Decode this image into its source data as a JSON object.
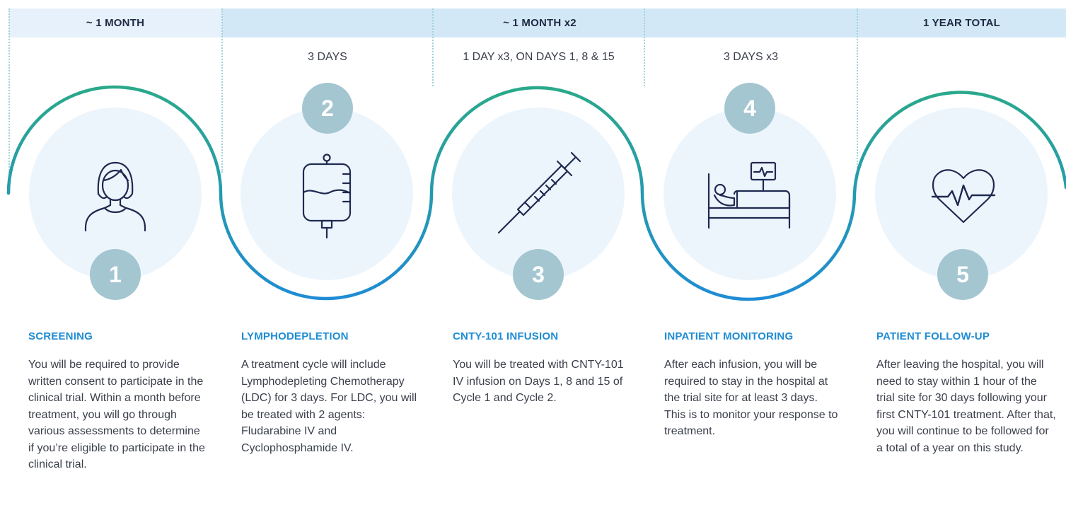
{
  "phases": [
    {
      "label": "~ 1 MONTH"
    },
    {
      "label": "~ 1 MONTH x2"
    },
    {
      "label": "1 YEAR TOTAL"
    }
  ],
  "durations": [
    "3 DAYS",
    "1 DAY x3, ON DAYS 1, 8 & 15",
    "3 DAYS x3"
  ],
  "steps": [
    {
      "number": "1",
      "title": "SCREENING",
      "icon": "woman-icon",
      "description": "You will be required to provide written consent to participate in the clinical trial. Within a month before treatment, you will go through various assessments to determine if you’re eligible to participate in the clinical trial."
    },
    {
      "number": "2",
      "title": "LYMPHODEPLETION",
      "icon": "iv-bag-icon",
      "description": "A treatment cycle will include Lymphodepleting Chemotherapy (LDC) for 3 days. For LDC, you will be treated with 2 agents: Fludarabine IV and Cyclophosphamide IV."
    },
    {
      "number": "3",
      "title": "CNTY-101 INFUSION",
      "icon": "syringe-icon",
      "description": "You will be treated with CNTY-101 IV infusion on Days 1, 8 and 15 of Cycle 1 and Cycle 2."
    },
    {
      "number": "4",
      "title": "INPATIENT MONITORING",
      "icon": "hospital-bed-icon",
      "description": "After each infusion, you will be required to stay in the hospital at the trial site for at least 3 days. This is to monitor your response to treatment."
    },
    {
      "number": "5",
      "title": "PATIENT FOLLOW-UP",
      "icon": "heart-pulse-icon",
      "description": "After leaving the hospital, you will need to stay within 1 hour of the trial site for 30 days following your first CNTY-101 treatment. After that, you will continue to be followed for a total of a year on this study."
    }
  ],
  "colors": {
    "band_light": "#e6f1fb",
    "band": "#d3e8f6",
    "bubble": "#edf5fc",
    "number_badge": "#a4c6d1",
    "title_blue": "#1f8cd4",
    "wave_green": "#2aa98a",
    "wave_blue": "#1f8cd4",
    "icon_navy": "#1f2a50"
  }
}
